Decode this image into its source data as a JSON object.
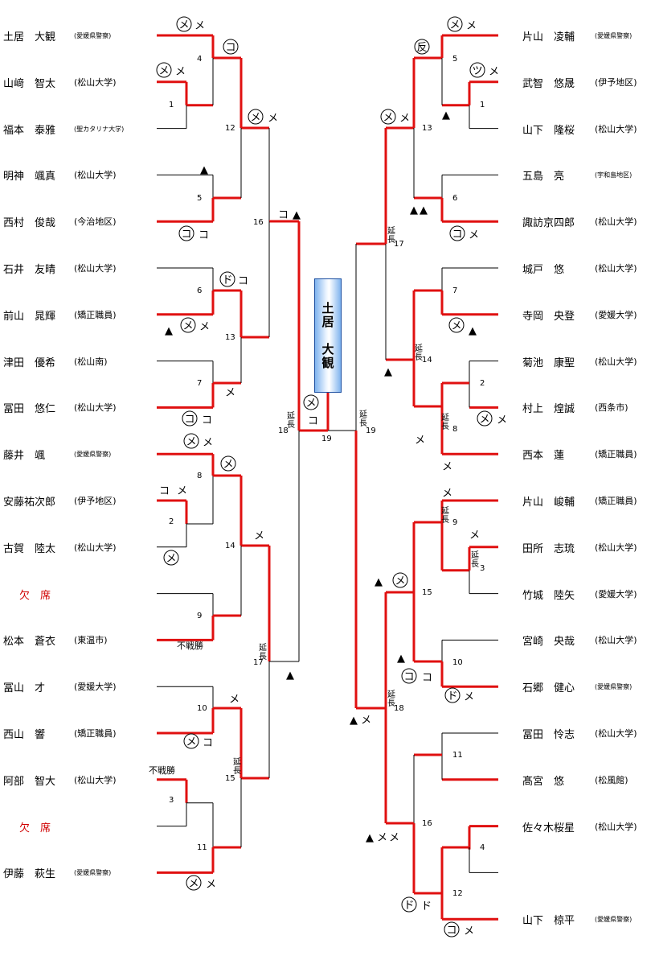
{
  "champion": "土居　大観",
  "left_entries": [
    {
      "name": "土居　大観",
      "aff": "(愛媛県警察)",
      "small": true
    },
    {
      "name": "山﨑　智太",
      "aff": "(松山大学)"
    },
    {
      "name": "福本　泰雅",
      "aff": "(聖カタリナ大学)",
      "small": true
    },
    {
      "name": "明神　颯真",
      "aff": "(松山大学)"
    },
    {
      "name": "西村　俊哉",
      "aff": "(今治地区)"
    },
    {
      "name": "石井　友晴",
      "aff": "(松山大学)"
    },
    {
      "name": "前山　晁輝",
      "aff": "(矯正職員)"
    },
    {
      "name": "津田　優希",
      "aff": "(松山南)"
    },
    {
      "name": "冨田　悠仁",
      "aff": "(松山大学)"
    },
    {
      "name": "藤井　颯",
      "aff": "(愛媛県警察)",
      "small": true
    },
    {
      "name": "安藤祐次郎",
      "aff": "(伊予地区)"
    },
    {
      "name": "古賀　陸太",
      "aff": "(松山大学)"
    },
    {
      "name": "欠　席",
      "aff": "",
      "absent": true
    },
    {
      "name": "松本　蒼衣",
      "aff": "(東温市)"
    },
    {
      "name": "冨山　才",
      "aff": "(愛媛大学)"
    },
    {
      "name": "西山　響",
      "aff": "(矯正職員)"
    },
    {
      "name": "阿部　智大",
      "aff": "(松山大学)"
    },
    {
      "name": "欠　席",
      "aff": "",
      "absent": true
    },
    {
      "name": "伊藤　萩生",
      "aff": "(愛媛県警察)",
      "small": true
    }
  ],
  "right_entries": [
    {
      "name": "片山　凌輔",
      "aff": "(愛媛県警察)",
      "small": true
    },
    {
      "name": "武智　悠晟",
      "aff": "(伊予地区)"
    },
    {
      "name": "山下　隆桜",
      "aff": "(松山大学)"
    },
    {
      "name": "五島　亮",
      "aff": "(宇和島地区)",
      "small": true
    },
    {
      "name": "諏訪京四郎",
      "aff": "(松山大学)"
    },
    {
      "name": "城戸　悠",
      "aff": "(松山大学)"
    },
    {
      "name": "寺岡　央登",
      "aff": "(愛媛大学)"
    },
    {
      "name": "菊池　康聖",
      "aff": "(松山大学)"
    },
    {
      "name": "村上　煌誠",
      "aff": "(西条市)"
    },
    {
      "name": "西本　蓮",
      "aff": "(矯正職員)"
    },
    {
      "name": "片山　峻輔",
      "aff": "(矯正職員)"
    },
    {
      "name": "田所　志琉",
      "aff": "(松山大学)"
    },
    {
      "name": "竹城　陸矢",
      "aff": "(愛媛大学)"
    },
    {
      "name": "宮崎　央哉",
      "aff": "(松山大学)"
    },
    {
      "name": "石郷　健心",
      "aff": "(愛媛県警察)",
      "small": true
    },
    {
      "name": "冨田　怜志",
      "aff": "(松山大学)"
    },
    {
      "name": "髙宮　悠",
      "aff": "(松風館)"
    },
    {
      "name": "佐々木桜星",
      "aff": "(松山大学)"
    },
    {
      "name": "",
      "aff": ""
    },
    {
      "name": "山下　椋平",
      "aff": "(愛媛県警察)",
      "small": true
    }
  ],
  "match_numbers": [
    "1",
    "2",
    "3",
    "4",
    "5",
    "6",
    "7",
    "8",
    "9",
    "10",
    "11",
    "12",
    "13",
    "14",
    "15",
    "16",
    "17",
    "18",
    "19"
  ],
  "marks": {
    "men": "メ",
    "kote": "コ",
    "do": "ド",
    "tsuki": "ツ",
    "hansoku": "反",
    "triangle": "▲"
  },
  "notes": {
    "walkover": "不戦勝",
    "extension": "延長"
  },
  "colors": {
    "win_line": "#e01010",
    "line": "#000000",
    "absent": "#d00000",
    "winner_box": "#1d4fa0"
  }
}
